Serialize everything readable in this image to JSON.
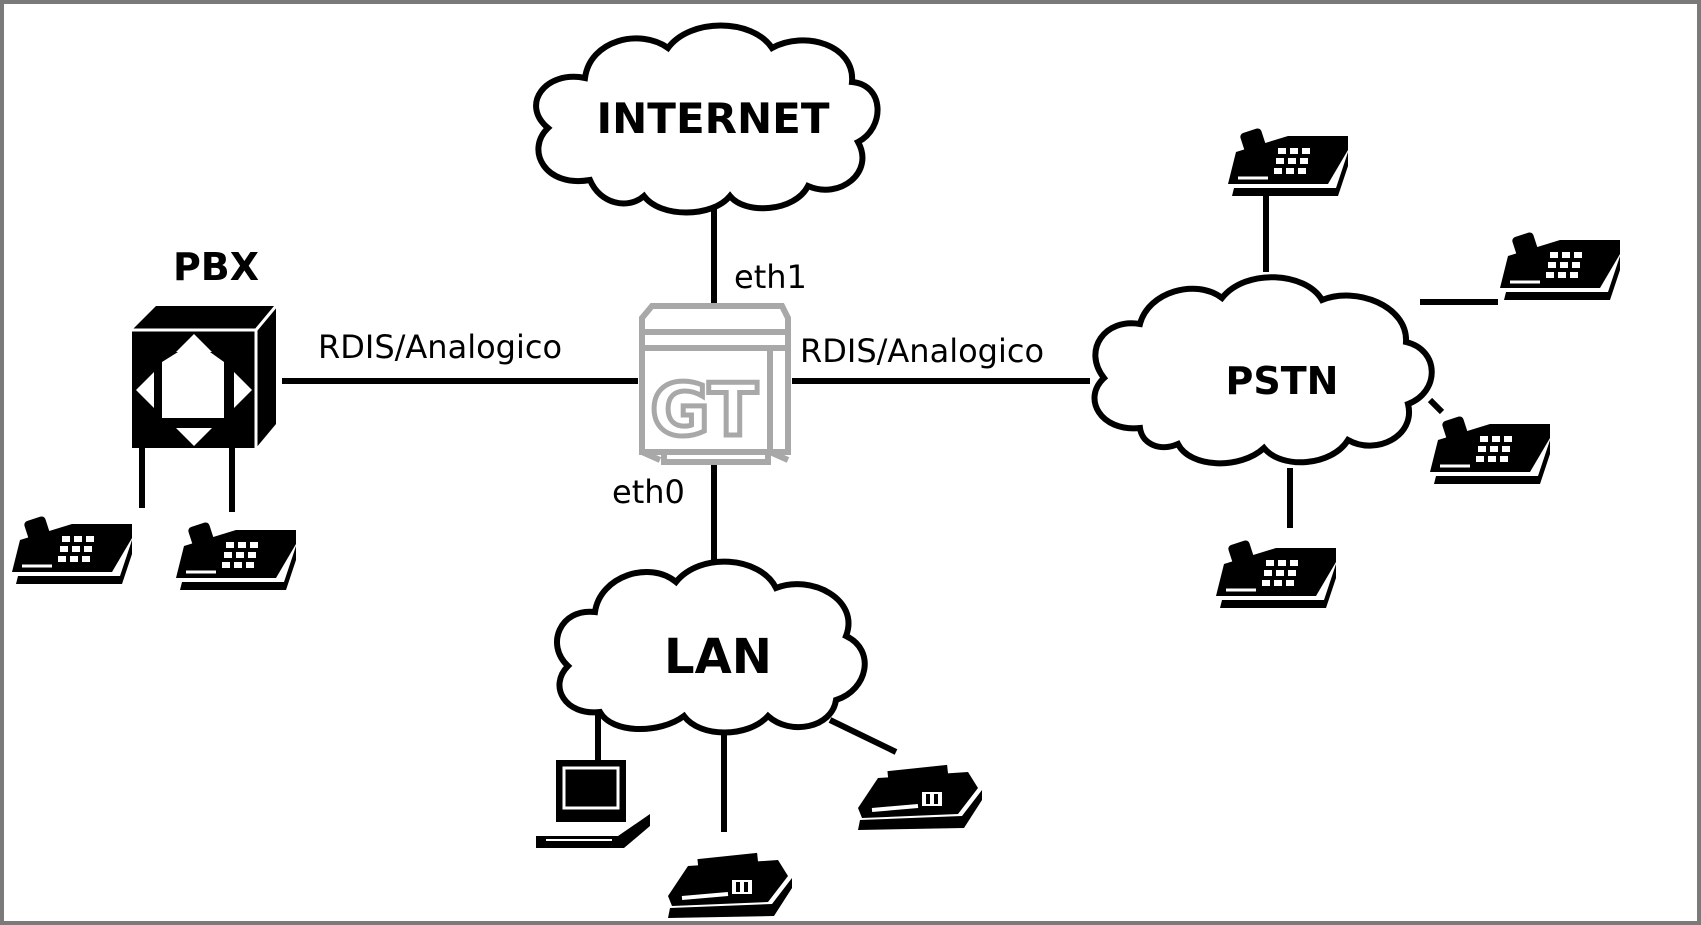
{
  "diagram": {
    "nodes": {
      "internet": {
        "label": "INTERNET",
        "icon": "cloud-icon"
      },
      "lan": {
        "label": "LAN",
        "icon": "cloud-icon"
      },
      "pstn": {
        "label": "PSTN",
        "icon": "cloud-icon"
      },
      "pbx": {
        "label": "PBX",
        "icon": "pbx-switch-icon"
      },
      "gateway": {
        "label": "GT",
        "icon": "gateway-server-icon"
      }
    },
    "links": {
      "pbx_gateway": {
        "label": "RDIS/Analogico"
      },
      "gateway_pstn": {
        "label": "RDIS/Analogico"
      },
      "gateway_internet": {
        "label": "eth1"
      },
      "gateway_lan": {
        "label": "eth0"
      }
    },
    "colors": {
      "stroke": "#000000",
      "background": "#ffffff",
      "gateway": "#a8a8a8"
    }
  }
}
